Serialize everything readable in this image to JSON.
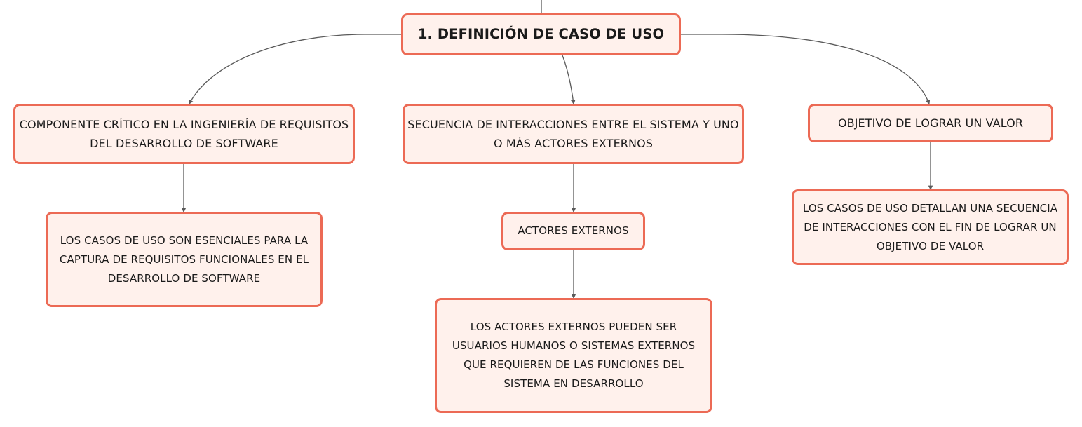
{
  "root": {
    "label": "1. DEFINICIÓN DE CASO DE USO"
  },
  "branches": [
    {
      "label": "COMPONENTE CRÍTICO EN LA INGENIERÍA DE REQUISITOS DEL DESARROLLO DE SOFTWARE",
      "children": [
        {
          "label": "LOS CASOS DE USO SON ESENCIALES PARA LA CAPTURA DE REQUISITOS FUNCIONALES EN EL DESARROLLO DE SOFTWARE"
        }
      ]
    },
    {
      "label": "SECUENCIA DE INTERACCIONES ENTRE EL SISTEMA Y UNO O MÁS ACTORES EXTERNOS",
      "children": [
        {
          "label": "ACTORES EXTERNOS",
          "children": [
            {
              "label": "LOS ACTORES EXTERNOS PUEDEN SER USUARIOS HUMANOS O SISTEMAS EXTERNOS QUE REQUIEREN DE LAS FUNCIONES DEL SISTEMA EN DESARROLLO"
            }
          ]
        }
      ]
    },
    {
      "label": "OBJETIVO DE LOGRAR UN VALOR",
      "children": [
        {
          "label": "LOS CASOS DE USO DETALLAN UNA SECUENCIA DE INTERACCIONES CON EL FIN DE LOGRAR UN OBJETIVO DE VALOR"
        }
      ]
    }
  ],
  "colors": {
    "node_border": "#ec6a55",
    "node_fill": "#fff1ec",
    "connector": "#5a5a5a",
    "text": "#1a1a1a"
  }
}
